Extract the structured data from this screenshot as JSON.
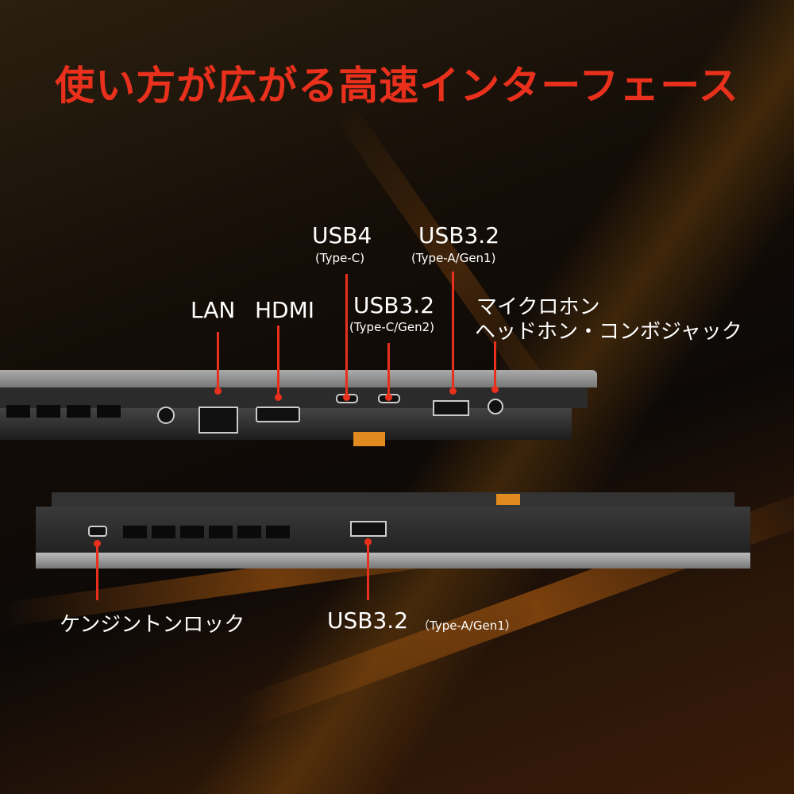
{
  "title": "使い方が広がる高速インターフェース",
  "accent_color": "#e8301c",
  "top_labels": {
    "lan": "LAN",
    "hdmi": "HDMI",
    "usb4": {
      "name": "USB4",
      "sub": "(Type-C)"
    },
    "usb32_c": {
      "name": "USB3.2",
      "sub": "(Type-C/Gen2)"
    },
    "usb32_a": {
      "name": "USB3.2",
      "sub": "(Type-A/Gen1)"
    },
    "audio": {
      "line1": "マイクロホン",
      "line2": "ヘッドホン・コンボジャック"
    }
  },
  "bottom_labels": {
    "kensington": "ケンジントンロック",
    "usb32_a": {
      "name": "USB3.2",
      "sub": "（Type-A/Gen1）"
    }
  }
}
